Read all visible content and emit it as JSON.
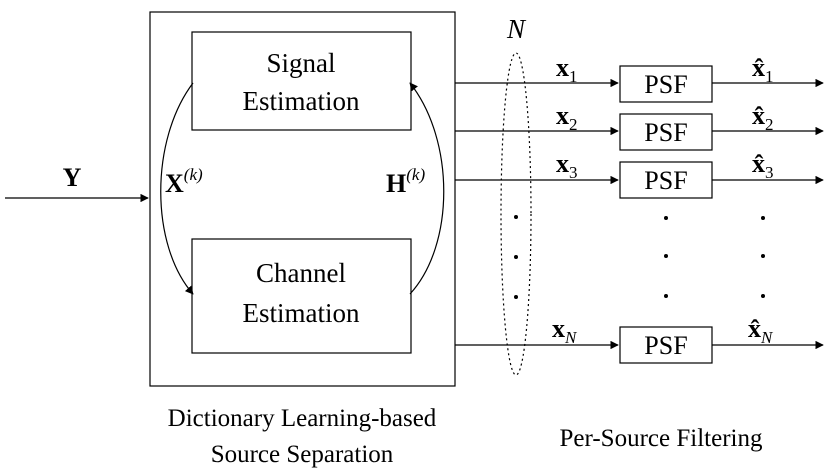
{
  "input": {
    "symbol": "Y"
  },
  "separation": {
    "caption_line1": "Dictionary Learning-based",
    "caption_line2": "Source Separation",
    "signal_block": {
      "line1": "Signal",
      "line2": "Estimation"
    },
    "channel_block": {
      "line1": "Channel",
      "line2": "Estimation"
    },
    "x_feedback": {
      "base": "X",
      "superscript": "(k)"
    },
    "h_feedback": {
      "base": "H",
      "superscript": "(k)"
    }
  },
  "source_group": {
    "label": "N"
  },
  "filtering": {
    "caption": "Per-Source Filtering",
    "filter_label": "PSF",
    "outputs": [
      {
        "in_base": "x",
        "in_sub": "1",
        "out_base": "x̂",
        "out_sub": "1"
      },
      {
        "in_base": "x",
        "in_sub": "2",
        "out_base": "x̂",
        "out_sub": "2"
      },
      {
        "in_base": "x",
        "in_sub": "3",
        "out_base": "x̂",
        "out_sub": "3"
      },
      {
        "in_base": "x",
        "in_sub": "N",
        "out_base": "x̂",
        "out_sub": "N"
      }
    ]
  }
}
